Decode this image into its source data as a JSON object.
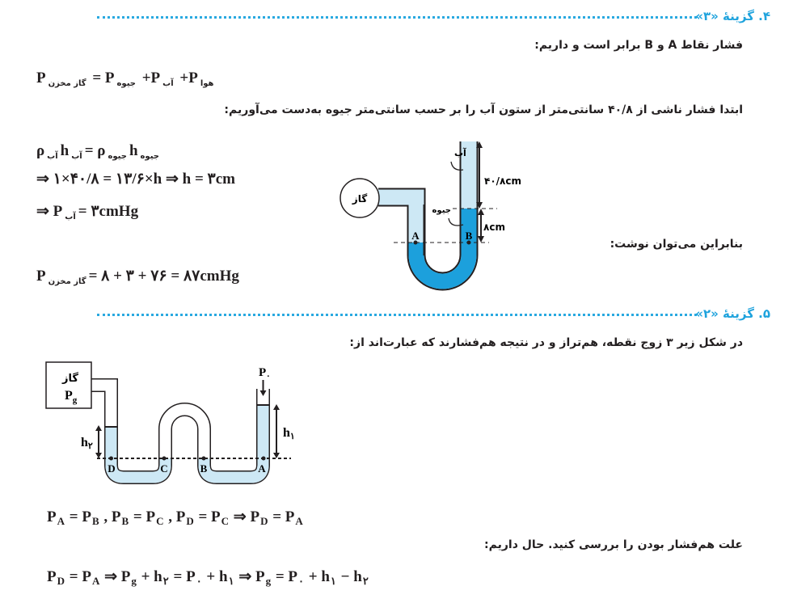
{
  "q4": {
    "header": "۴. گزینهٔ «۳»",
    "line1": "فشار نقاط  A  و  B  برابر است و داریم:",
    "eq1": [
      {
        "t": "P",
        "s": "گاز مخزن"
      },
      {
        "t": " = P",
        "s": "جیوه"
      },
      {
        "t": " +P",
        "s": "آب"
      },
      {
        "t": " +P",
        "s": "هوا"
      }
    ],
    "line2": "ابتدا فشار ناشی از ۴۰/۸ سانتی‌متر از ستون آب را بر حسب سانتی‌متر جیوه به‌دست می‌آوریم:",
    "eq2": [
      {
        "t": "ρ",
        "s": "آب"
      },
      {
        "t": "h",
        "s": "آب"
      },
      {
        "t": "= ρ",
        "s": "جیوه"
      },
      {
        "t": "h",
        "s": "جیوه"
      }
    ],
    "eq3": [
      {
        "t": "⇒ ۱×۴۰/۸ = ۱۳/۶×h ⇒ h = ۳cm",
        "s": ""
      }
    ],
    "eq4": [
      {
        "t": "⇒ P",
        "s": "آب"
      },
      {
        "t": "= ۳cmHg",
        "s": ""
      }
    ],
    "line3": "بنابراین می‌توان نوشت:",
    "eq5": [
      {
        "t": "P",
        "s": "گاز مخزن"
      },
      {
        "t": "= ۸ + ۳ + ۷۶ = ۸۷cmHg",
        "s": ""
      }
    ],
    "figure": {
      "gas": "گاز",
      "water": "آب",
      "mercury": "جیوه",
      "len_water": "۴۰/۸cm",
      "len_mercury": "۸cm",
      "point_a": "A",
      "point_b": "B"
    }
  },
  "q5": {
    "header": "۵. گزینهٔ «۲»",
    "line1": "در شکل زیر ۳ زوج نقطه، هم‌تراز و در نتیجه هم‌فشارند که عبارت‌اند از:",
    "eq1": [
      {
        "t": "P",
        "s": "A"
      },
      {
        "t": " = P",
        "s": "B"
      },
      {
        "t": " ,  P",
        "s": "B"
      },
      {
        "t": " = P",
        "s": "C"
      },
      {
        "t": " ,  P",
        "s": "D"
      },
      {
        "t": " = P",
        "s": "C"
      },
      {
        "t": " ⇒ P",
        "s": "D"
      },
      {
        "t": " = P",
        "s": "A"
      }
    ],
    "line2": "علت هم‌فشار بودن را بررسی کنید. حال داریم:",
    "eq2": [
      {
        "t": "P",
        "s": "D"
      },
      {
        "t": " = P",
        "s": "A"
      },
      {
        "t": " ⇒ P",
        "s": "g"
      },
      {
        "t": " + h",
        "s": "۲"
      },
      {
        "t": " = P",
        "s": "۰"
      },
      {
        "t": " + h",
        "s": "۱"
      },
      {
        "t": " ⇒ P",
        "s": "g"
      },
      {
        "t": " = P",
        "s": "۰"
      },
      {
        "t": " + h",
        "s": "۱"
      },
      {
        "t": " − h",
        "s": "۲"
      }
    ],
    "figure": {
      "gas": "گاز",
      "pg": "P",
      "pg_sub": "g",
      "p0": "P",
      "p0_sub": "۰",
      "h1": "h",
      "h1_sub": "۱",
      "h2": "h",
      "h2_sub": "۲",
      "points": [
        "D",
        "C",
        "B",
        "A"
      ]
    }
  },
  "colors": {
    "accent": "#1fa3dd",
    "water": "#cde8f5",
    "mercury": "#1ca0dc"
  }
}
